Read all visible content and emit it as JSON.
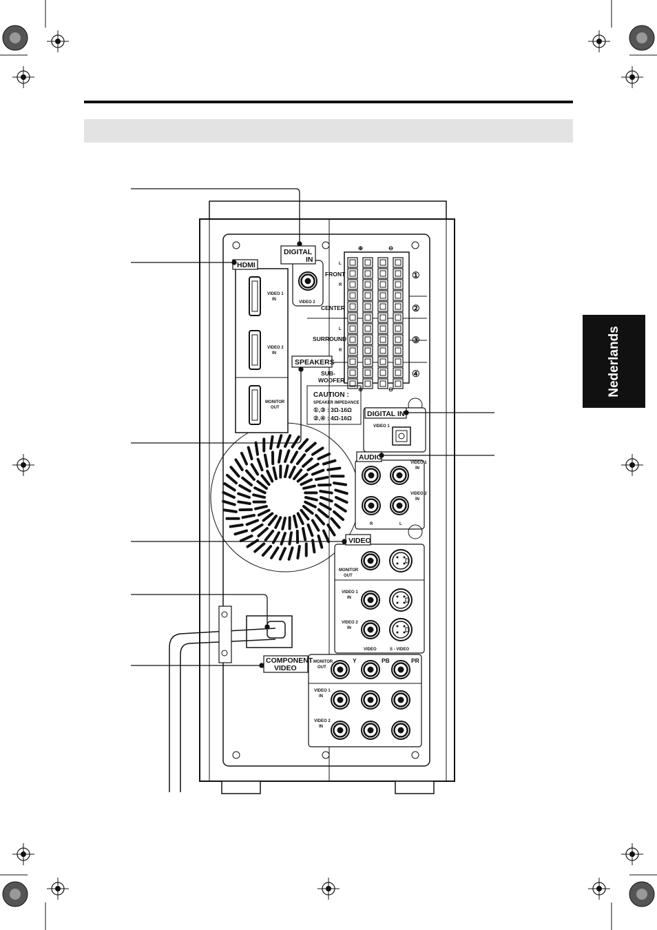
{
  "side_tab": {
    "text": "Nederlands"
  },
  "labels": {
    "digital_in_top": [
      "DIGITAL",
      "IN"
    ],
    "video2_coax": "VIDEO 2",
    "hdmi": "HDMI",
    "hdmi_video1": [
      "VIDEO 1",
      "IN"
    ],
    "hdmi_video2": [
      "VIDEO 2",
      "IN"
    ],
    "hdmi_monitor": [
      "MONITOR",
      "OUT"
    ],
    "speakers": "SPEAKERS",
    "front": "FRONT",
    "center": "CENTER",
    "surround": "SURROUND",
    "subwoofer": [
      "SUB-",
      "WOOFER"
    ],
    "l": "L",
    "r": "R",
    "plus": "⊕",
    "minus": "⊖",
    "num1": "①",
    "num2": "②",
    "num3": "③",
    "num4": "④",
    "caution": "CAUTION :",
    "impedance": "SPEAKER IMPEDANCE",
    "imp1": "①,③  :  3Ω-16Ω",
    "imp2": "②,④  :  4Ω-16Ω",
    "digital_in_opt": "DIGITAL IN",
    "video1_opt": "VIDEO 1",
    "audio": "AUDIO",
    "audio_video1": [
      "VIDEO 1",
      "IN"
    ],
    "audio_video2": [
      "VIDEO 2",
      "IN"
    ],
    "video": "VIDEO",
    "video_monitor": [
      "MONITOR",
      "OUT"
    ],
    "video_video1": [
      "VIDEO 1",
      "IN"
    ],
    "video_video2": [
      "VIDEO 2",
      "IN"
    ],
    "video_col": "VIDEO",
    "svideo_col": "S - VIDEO",
    "component": [
      "COMPONENT",
      "VIDEO"
    ],
    "comp_monitor": [
      "MONITOR",
      "OUT"
    ],
    "comp_video1": [
      "VIDEO 1",
      "IN"
    ],
    "comp_video2": [
      "VIDEO 2",
      "IN"
    ],
    "y": "Y",
    "pb": "PB",
    "pr": "PR"
  }
}
